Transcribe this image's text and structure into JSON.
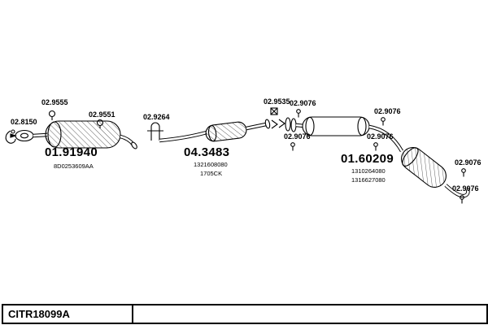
{
  "footer": {
    "code": "CITR18099A"
  },
  "parts": {
    "rear_silencer": {
      "number": "01.91940",
      "ref": "8D0253609AA"
    },
    "catalyst": {
      "number": "04.3483",
      "ref1": "1321608080",
      "ref2": "1705CK"
    },
    "mid_silencer": {
      "number": "01.60209",
      "ref1": "1310264080",
      "ref2": "1316627080"
    }
  },
  "refs": {
    "front_gasket": "02.8150",
    "clamp_front": "02.9555",
    "clamp_rear": "02.9551",
    "clamp_mid": "02.9264",
    "mid_gasket": "02.9535",
    "hangers": [
      "02.9076",
      "02.9076",
      "02.9076",
      "02.9076",
      "02.9076",
      "02.9076"
    ]
  },
  "colors": {
    "ink": "#000000",
    "background": "#ffffff"
  }
}
